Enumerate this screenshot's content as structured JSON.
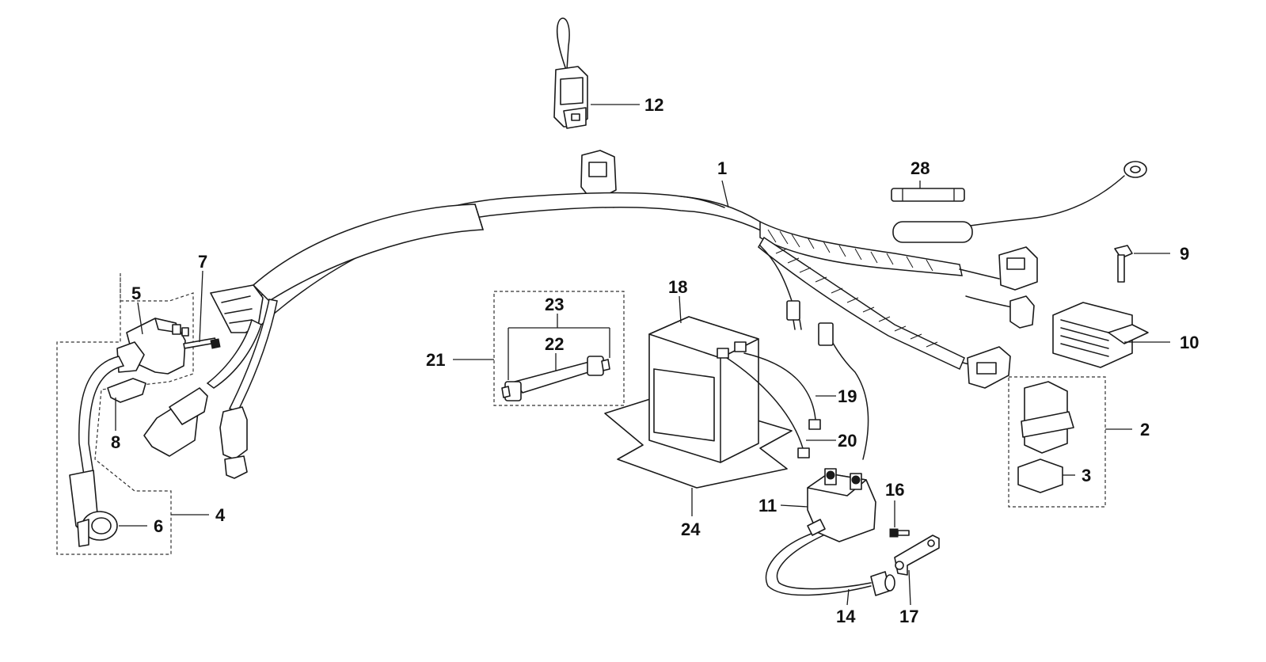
{
  "callouts": {
    "c1": "1",
    "c2": "2",
    "c3": "3",
    "c4": "4",
    "c5": "5",
    "c6": "6",
    "c7": "7",
    "c8": "8",
    "c9": "9",
    "c10": "10",
    "c11": "11",
    "c12": "12",
    "c14": "14",
    "c16": "16",
    "c17": "17",
    "c18": "18",
    "c19": "19",
    "c20": "20",
    "c21": "21",
    "c22": "22",
    "c23": "23",
    "c24": "24",
    "c28": "28"
  }
}
